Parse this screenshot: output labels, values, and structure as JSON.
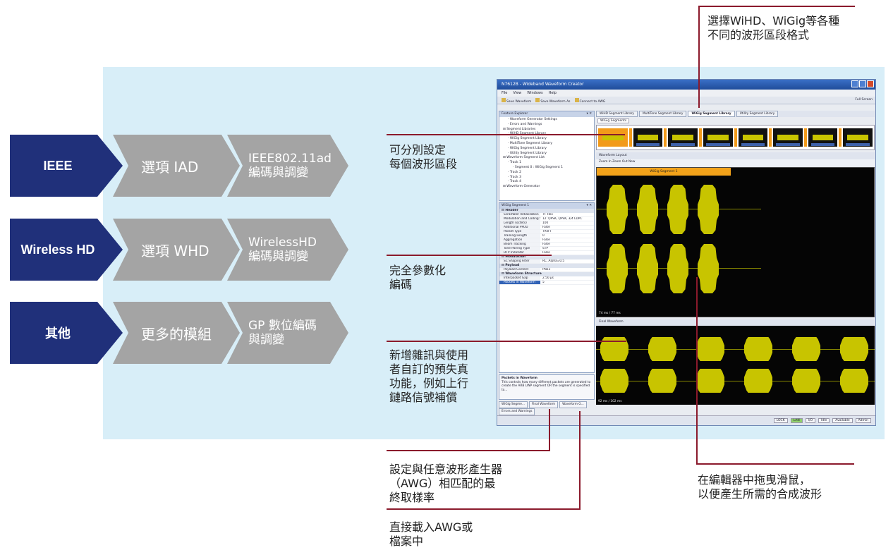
{
  "rows": [
    {
      "category": "IEEE",
      "option": "選項 IAD",
      "desc": [
        "IEEE802.11ad",
        "編碼與調變"
      ]
    },
    {
      "category": "Wireless HD",
      "option": "選項 WHD",
      "desc": [
        "WirelessHD",
        "編碼與調變"
      ]
    },
    {
      "category": "其他",
      "option": "更多的模組",
      "desc": [
        "GP 數位編碼",
        "與調變"
      ]
    }
  ],
  "callouts": {
    "top_right": [
      "選擇WiHD、WiGig等各種",
      "不同的波形區段格式"
    ],
    "segment": [
      "可分別設定",
      "每個波形區段"
    ],
    "param": [
      "完全參數化",
      "編碼"
    ],
    "noise": [
      "新增雜訊與使用",
      "者自訂的預失真",
      "功能，例如上行",
      "鏈路信號補償"
    ],
    "awg": [
      "設定與任意波形產生器",
      "（AWG）相匹配的最",
      "終取樣率"
    ],
    "load": [
      "直接載入AWG或",
      "檔案中"
    ],
    "drag": [
      "在編輯器中拖曳滑鼠，",
      "以便產生所需的合成波形"
    ]
  },
  "app": {
    "title": "N7612B - Wideband Waveform Creator",
    "menu": [
      "File",
      "View",
      "Windows",
      "Help"
    ],
    "toolbar": [
      "Save Waveform",
      "Save Waveform As",
      "Connect to AWG"
    ],
    "toolbar_right": "Full Screen",
    "feature_explorer": "Feature Explorer",
    "tree": [
      "Waveform Generator Settings",
      "Errors and Warnings",
      "Segment Libraries",
      "WiHD Segment Library",
      "WiGig Segment Library",
      "MultiTone Segment Library",
      "WiGig Segment Library",
      "Utility Segment Library",
      "Waveform Segment List",
      "Track 1",
      "Segment 0 : WiGig Segment 1",
      "Track 2",
      "Track 3",
      "Track 4",
      "Waveform Generator"
    ],
    "props_title": "WiGig Segment 1",
    "props": [
      {
        "cat": "Header"
      },
      {
        "k": "Scrambler Initialization",
        "v": "7F Hex"
      },
      {
        "k": "Modulation and Coding Sc",
        "v": "12: QPSK, QPSK, 3/4 LDPC"
      },
      {
        "k": "Length (octets)",
        "v": "100"
      },
      {
        "k": "Additional PPDU",
        "v": "False"
      },
      {
        "k": "Packet Type",
        "v": "TRN-T"
      },
      {
        "k": "Training Length",
        "v": "0"
      },
      {
        "k": "Aggregation",
        "v": "False"
      },
      {
        "k": "Beam Tracking",
        "v": "False"
      },
      {
        "k": "Tone Pairing Type",
        "v": "STP"
      },
      {
        "k": "DTP Indicator",
        "v": "False"
      },
      {
        "cat": "Modulation"
      },
      {
        "k": "SC Shaping Filter",
        "v": "RC, Alpha=0.5"
      },
      {
        "cat": "Payload"
      },
      {
        "k": "Payload Content",
        "v": "PN23"
      },
      {
        "cat": "Waveform Structure"
      },
      {
        "k": "Interpacket Gap",
        "v": "2.50 µs"
      },
      {
        "k": "Packets in Waveform",
        "v": "5",
        "sel": true
      }
    ],
    "help_title": "Packets in Waveform",
    "help_text": "This controls how many different packets are generated to create the ARB LINP segment OR the segment is specified to...",
    "bottom_tabs": [
      "WiGig Segme...",
      "Final Waveform",
      "Waveform G..."
    ],
    "bottom_tab2": "Errors and Warnings",
    "doc_tabs": [
      "WiHD Segment Library",
      "MultiTone Segment Library",
      "WiGig Segment Library",
      "Utility Segment Library"
    ],
    "segments_label": "WiGig Segments",
    "layout_tab": "Waveform Layout",
    "layout_tools": "Zoom In   Zoom Out   New",
    "editor_bar": "WiGig Segment 1",
    "editor_time": "74 ms / 77 ms",
    "final_tab": "Final Waveform",
    "final_time": "92 ms / 102 ms",
    "status_right": [
      "LOCK",
      "LAN",
      "I/O",
      "Idle",
      "Available",
      "Admin"
    ]
  }
}
